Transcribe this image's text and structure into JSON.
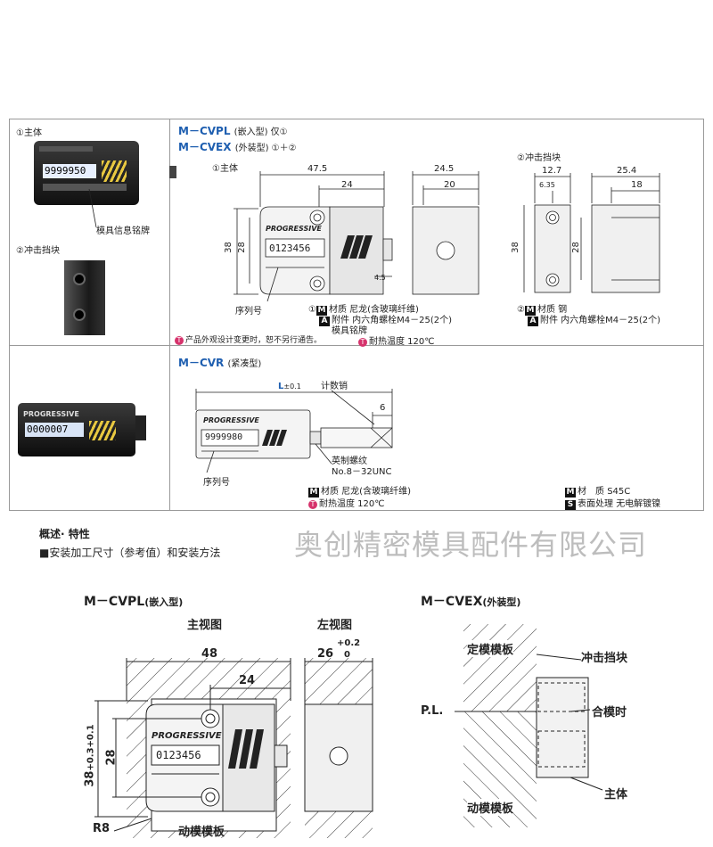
{
  "top_table": {
    "body_label": "①主体",
    "nameplate_label": "模具信息铭牌",
    "stopper_label": "②冲击挡块",
    "photo_counter": "9999950",
    "photo_brand": "PROGRESSIVE",
    "cvpl_title": "M－CVPL",
    "cvpl_sub": "(嵌入型) 仅①",
    "cvex_title": "M－CVEX",
    "cvex_sub": "(外装型) ①＋②",
    "diagram_body_label": "①主体",
    "diagram_stopper_label": "②冲击挡块",
    "dim_47_5": "47.5",
    "dim_24": "24",
    "dim_38": "38",
    "dim_28": "28",
    "dim_24_5": "24.5",
    "dim_20": "20",
    "dim_4_5": "4.5",
    "dim_12_7": "12.7",
    "dim_6_35": "6.35",
    "dim_25_4": "25.4",
    "dim_18": "18",
    "counter_display": "0123456",
    "brand": "PROGRESSIVE",
    "serial_label": "序列号",
    "body_material": "材质 尼龙(含玻璃纤维)",
    "body_accessory": "附件 内六角螺栓M4－25(2个)",
    "body_nameplate": "模具铭牌",
    "body_heat": "耐热温度 120℃",
    "stopper_material": "材质 钢",
    "stopper_accessory": "附件 内六角螺栓M4－25(2个)",
    "disclaimer": "产品外观设计变更时，恕不另行通告。",
    "cvr_title": "M－CVR",
    "cvr_sub": "(紧凑型)",
    "cvr_photo_counter": "0000007",
    "cvr_L": "L",
    "cvr_L_tol": "±0.1",
    "cvr_pin": "计数销",
    "cvr_6": "6",
    "cvr_display": "9999980",
    "cvr_thread1": "英制螺纹",
    "cvr_thread2": "No.8－32UNC",
    "cvr_serial": "序列号",
    "cvr_material": "材质 尼龙(含玻璃纤维)",
    "cvr_heat": "耐热温度 120℃",
    "cvr_mat2_label": "材　质",
    "cvr_mat2_val": "S45C",
    "cvr_surface_label": "表面处理",
    "cvr_surface_val": "无电解镀镍",
    "badge_M": "M",
    "badge_A": "A",
    "badge_S": "S",
    "circ1": "①",
    "circ2": "②"
  },
  "overview": {
    "heading": "概述· 特性",
    "bullet": "■安装加工尺寸（参考值）和安装方法",
    "watermark": "奥创精密模具配件有限公司"
  },
  "install": {
    "cvpl_title": "M－CVPL",
    "cvpl_sub": "(嵌入型)",
    "front_view": "主视图",
    "left_view": "左视图",
    "dim_48": "48",
    "dim_24": "24",
    "dim_26": "26",
    "tol_plus": "+0.2",
    "tol_zero": "0",
    "dim_28": "28",
    "dim_38": "38",
    "tol_38a": "+0.3",
    "tol_38b": "+0.1",
    "r8": "R8",
    "moving_plate": "动模模板",
    "counter_display": "0123456",
    "brand": "PROGRESSIVE",
    "cvex_title": "M－CVEX",
    "cvex_sub": "(外装型)",
    "fixed_plate": "定模模板",
    "stopper": "冲击挡块",
    "pl": "P.L.",
    "closed": "合模时",
    "body": "主体",
    "moving_plate2": "动模模板"
  }
}
